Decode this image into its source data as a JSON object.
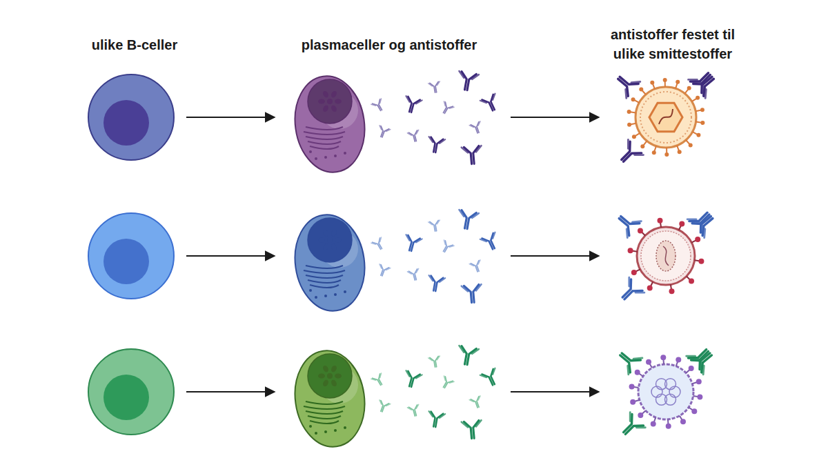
{
  "diagram": {
    "labels": [
      "ulike B-celler",
      "plasmaceller og antistoffer",
      "antistoffer festet til ulike smittestoffer"
    ]
  }
}
